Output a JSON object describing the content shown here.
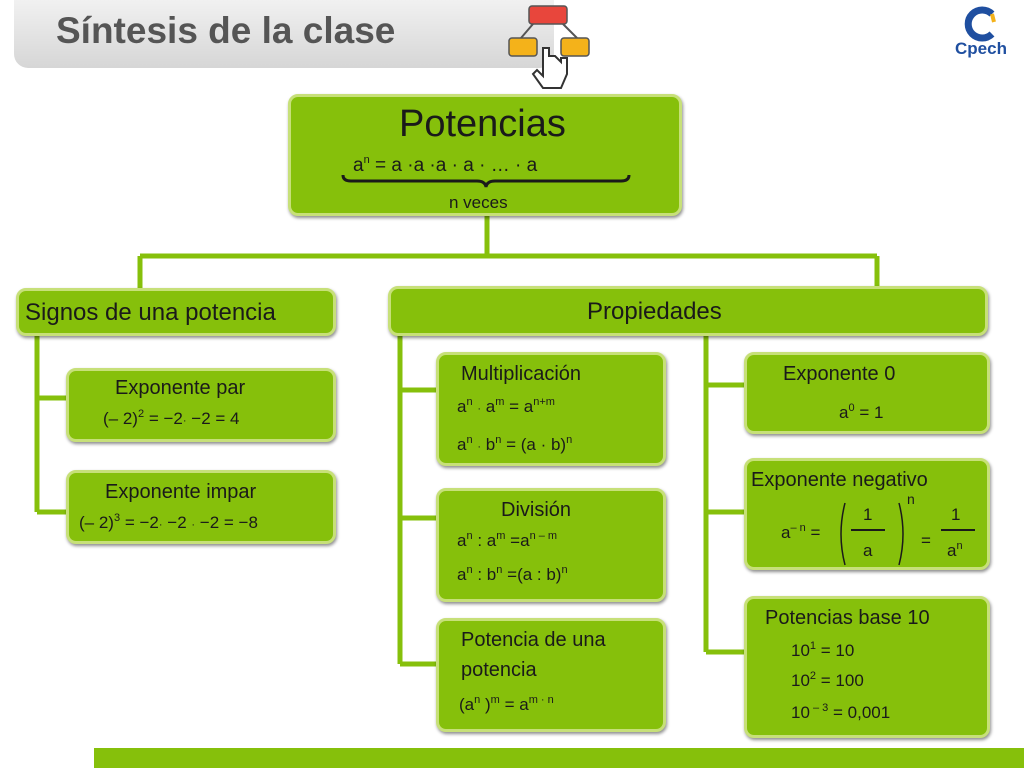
{
  "title": "Síntesis de la clase",
  "logo": {
    "text": "Cpech"
  },
  "colors": {
    "box": "#86c00b",
    "box_border": "#c7e079",
    "line": "#86c00b",
    "bottom_bar": "#86c00b"
  },
  "icons": [
    "click-hand-icon",
    "cpech-logo-icon"
  ],
  "root": {
    "title": "Potencias",
    "formula": {
      "a": "a",
      "n": "n",
      "eq": "=",
      "term": "a",
      "dot": "·",
      "ellipsis": "…",
      "last": "a"
    },
    "brace_label": "n veces"
  },
  "signos": {
    "title": "Signos de una potencia",
    "par": {
      "title": "Exponente par",
      "base": "(– 2)",
      "exp": "2",
      "rest1": "= −2",
      "dot": "·",
      "rest2": " −2 = 4"
    },
    "impar": {
      "title": "Exponente impar",
      "base": "(– 2)",
      "exp": "3",
      "rest1": "= −2",
      "dot1": "·",
      "rest2": " −2 ",
      "dot2": "·",
      "rest3": " −2 = −8"
    }
  },
  "propiedades": {
    "title": "Propiedades",
    "multiplicacion": {
      "title": "Multiplicación",
      "f1": {
        "a": "a",
        "n": "n",
        "dot": "·",
        "b": "a",
        "m": "m",
        "eq": "=",
        "res": "a",
        "resexp": "n+m"
      },
      "f2": {
        "a": "a",
        "n": "n",
        "dot": "·",
        "b": "b",
        "m": "n",
        "eq": "=",
        "res": "(a · b)",
        "resexp": "n"
      }
    },
    "division": {
      "title": "División",
      "f1": {
        "a": "a",
        "n": "n",
        "op": ":",
        "b": "a",
        "m": "m",
        "eq": "=",
        "res": "a",
        "resexp": "n – m"
      },
      "f2": {
        "a": "a",
        "n": "n",
        "op": ":",
        "b": "b",
        "m": "n",
        "eq": "=",
        "res": "(a : b)",
        "resexp": "n"
      }
    },
    "potencia": {
      "title_line1": "Potencia de una",
      "title_line2": "potencia",
      "f": {
        "a": "(a",
        "n": "n",
        "close": ")",
        "m": "m",
        "eq": "=",
        "res": "a",
        "resexp": "m · n"
      }
    },
    "cero": {
      "title": "Exponente 0",
      "base": "a",
      "exp": "0",
      "res": "= 1"
    },
    "negativo": {
      "title": "Exponente negativo",
      "base": "a",
      "exp": "– n",
      "eq1": "=",
      "num": "1",
      "den": "a",
      "outer_exp": "n",
      "eq2": "=",
      "num2": "1",
      "den2": "a",
      "den2exp": "n"
    },
    "base10": {
      "title": "Potencias base 10",
      "rows": [
        {
          "base": "10",
          "exp": "1",
          "res": "= 10"
        },
        {
          "base": "10",
          "exp": "2",
          "res": "= 100"
        },
        {
          "base": "10",
          "exp": " – 3",
          "res": "= 0,001"
        }
      ]
    }
  }
}
